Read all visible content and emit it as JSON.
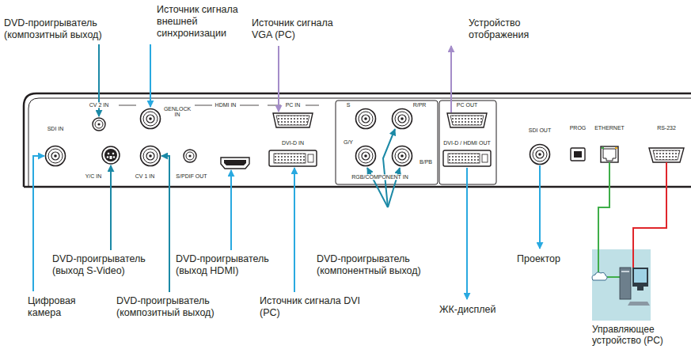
{
  "diagram": {
    "nodes": [
      {
        "text": [
          "CV 2 IN",
          "GENLOCK IN",
          "HDMI IN",
          "PC IN",
          "S",
          "R/PR",
          "PC OUT",
          "SDI OUT",
          "PROG",
          "ETHERNET",
          "RS-232",
          "SDI IN",
          "Y/C IN",
          "CV 1 IN",
          "S/PDIF OUT",
          "DVI-D IN",
          "G/Y",
          "B/PB",
          "DVI-D / HDMI OUT",
          "RGB/COMPONENT IN"
        ]
      },
      {
        "text": [
          "Управляющее устройство (PC)"
        ]
      }
    ],
    "edges": [
      {
        "from": 0,
        "to": 1,
        "arrow": "none"
      },
      {
        "from": 0,
        "to": 1,
        "arrow": "none"
      }
    ],
    "labels": [
      "DVD-проигрыватель (композитный выход)",
      "Источник сигнала внешней синхронизации",
      "Источник сигнала VGA (PC)",
      "Устройство отображения",
      "Цифровая камера",
      "DVD-проигрыватель (выход S-Video)",
      "DVD-проигрыватель (выход HDMI)",
      "DVD-проигрыватель (композитный выход)",
      "Источник сигнала DVI (PC)",
      "DVD-проигрыватель (компонентный выход)",
      "ЖК-дисплей",
      "Проектор"
    ]
  }
}
